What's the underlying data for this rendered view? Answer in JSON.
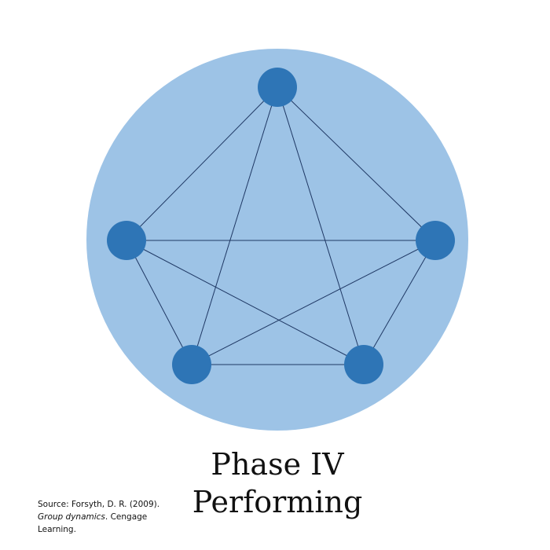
{
  "diagram": {
    "phase": "Phase IV",
    "stage_name": "Performing",
    "colors": {
      "background_circle": "#9dc3e6",
      "node_fill": "#2e75b6",
      "edge_stroke": "#1f3864"
    },
    "nodes": [
      "member-top",
      "member-right",
      "member-bottom-right",
      "member-bottom-left",
      "member-left"
    ],
    "edges": [
      [
        "member-top",
        "member-right"
      ],
      [
        "member-top",
        "member-bottom-right"
      ],
      [
        "member-top",
        "member-bottom-left"
      ],
      [
        "member-top",
        "member-left"
      ],
      [
        "member-right",
        "member-bottom-right"
      ],
      [
        "member-right",
        "member-bottom-left"
      ],
      [
        "member-right",
        "member-left"
      ],
      [
        "member-bottom-right",
        "member-bottom-left"
      ],
      [
        "member-bottom-right",
        "member-left"
      ],
      [
        "member-bottom-left",
        "member-left"
      ]
    ]
  },
  "source": {
    "prefix": "Source: Forsyth, D. R. (2009).",
    "title": "Group dynamics",
    "suffix": ". Cengage Learning."
  }
}
